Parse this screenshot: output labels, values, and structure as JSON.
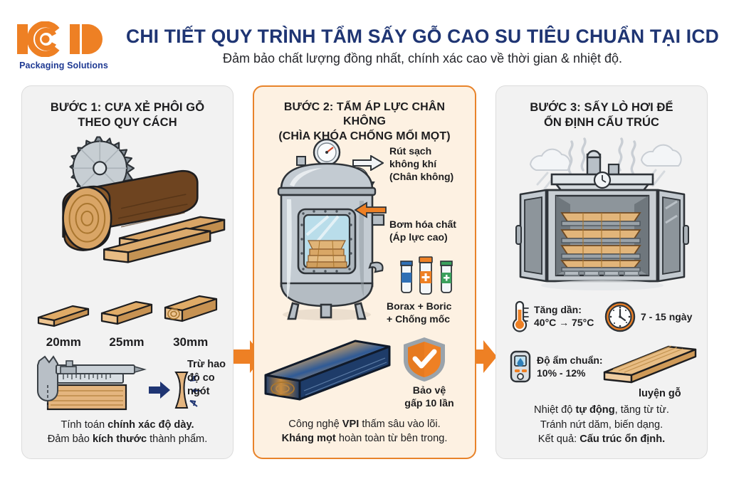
{
  "brand": {
    "name": "ICD",
    "tagline": "Packaging Solutions",
    "primary_color": "#ee8024",
    "navy_color": "#1f3573"
  },
  "header": {
    "title": "CHI TIẾT QUY TRÌNH TẨM SẤY GỖ CAO SU TIÊU CHUẨN TẠI ICD",
    "subtitle": "Đảm bảo chất lượng đồng nhất, chính xác cao về thời gian & nhiệt độ."
  },
  "steps": [
    {
      "id": "step-1",
      "title_line1": "BƯỚC 1: CƯA XẺ PHÔI GỖ",
      "title_line2": "THEO QUY CÁCH",
      "thickness_options": [
        "20mm",
        "25mm",
        "30mm"
      ],
      "shrink_note_line1": "Trừ hao",
      "shrink_note_line2": "độ co ngót",
      "footer_line1_a": "Tính toán ",
      "footer_line1_b": "chính xác độ dày.",
      "footer_line2_a": "Đảm bảo ",
      "footer_line2_b": "kích thước",
      "footer_line2_c": " thành phẩm."
    },
    {
      "id": "step-2",
      "title_line1": "BƯỚC 2: TẨM ÁP LỰC CHÂN KHÔNG",
      "title_line2": "(CHÌA KHÓA CHỐNG MỐI MỌT)",
      "callout_vacuum_line1": "Rút sạch",
      "callout_vacuum_line2": "không khí",
      "callout_vacuum_line3": "(Chân không)",
      "callout_chem_line1": "Bơm hóa chất",
      "callout_chem_line2": "(Áp lực cao)",
      "callout_borax_line1": "Borax + Boric",
      "callout_borax_line2": "+ Chống mốc",
      "callout_shield_line1": "Bảo vệ",
      "callout_shield_line2": "gấp 10 lần",
      "footer_line1_a": "Công nghệ ",
      "footer_line1_b": "VPI",
      "footer_line1_c": " thấm sâu vào lõi.",
      "footer_line2_a": "Kháng mọt",
      "footer_line2_b": " hoàn toàn từ bên trong."
    },
    {
      "id": "step-3",
      "title_line1": "BƯỚC 3: SẤY LÒ HƠI ĐỂ",
      "title_line2": "ỔN ĐỊNH CẤU TRÚC",
      "temp_label": "Tăng dần:",
      "temp_value": "40°C → 75°C",
      "duration": "7 - 15 ngày",
      "humidity_label": "Độ ẩm chuẩn:",
      "humidity_value": "10% - 12%",
      "board_label": "luyện gỗ",
      "footer_line1_a": "Nhiệt độ ",
      "footer_line1_b": "tự động",
      "footer_line1_c": ", tăng từ từ.",
      "footer_line2": "Tránh nứt dăm, biến dạng.",
      "footer_line3_a": "Kết quả: ",
      "footer_line3_b": "Cấu trúc ổn định."
    }
  ],
  "icons": {
    "saw_blade": "circular-saw-blade-icon",
    "log": "wood-log-icon",
    "caliper": "caliper-icon",
    "arrow_between": "right-arrow-icon",
    "autoclave": "vacuum-tank-icon",
    "pressure_gauge": "pressure-gauge-icon",
    "chemicals": "chemical-bottles-icon",
    "shield": "shield-check-icon",
    "kiln": "drying-kiln-icon",
    "thermometer": "thermometer-icon",
    "clock": "clock-icon",
    "moisture_meter": "moisture-meter-icon",
    "board": "wood-board-icon",
    "steam": "steam-cloud-icon"
  }
}
